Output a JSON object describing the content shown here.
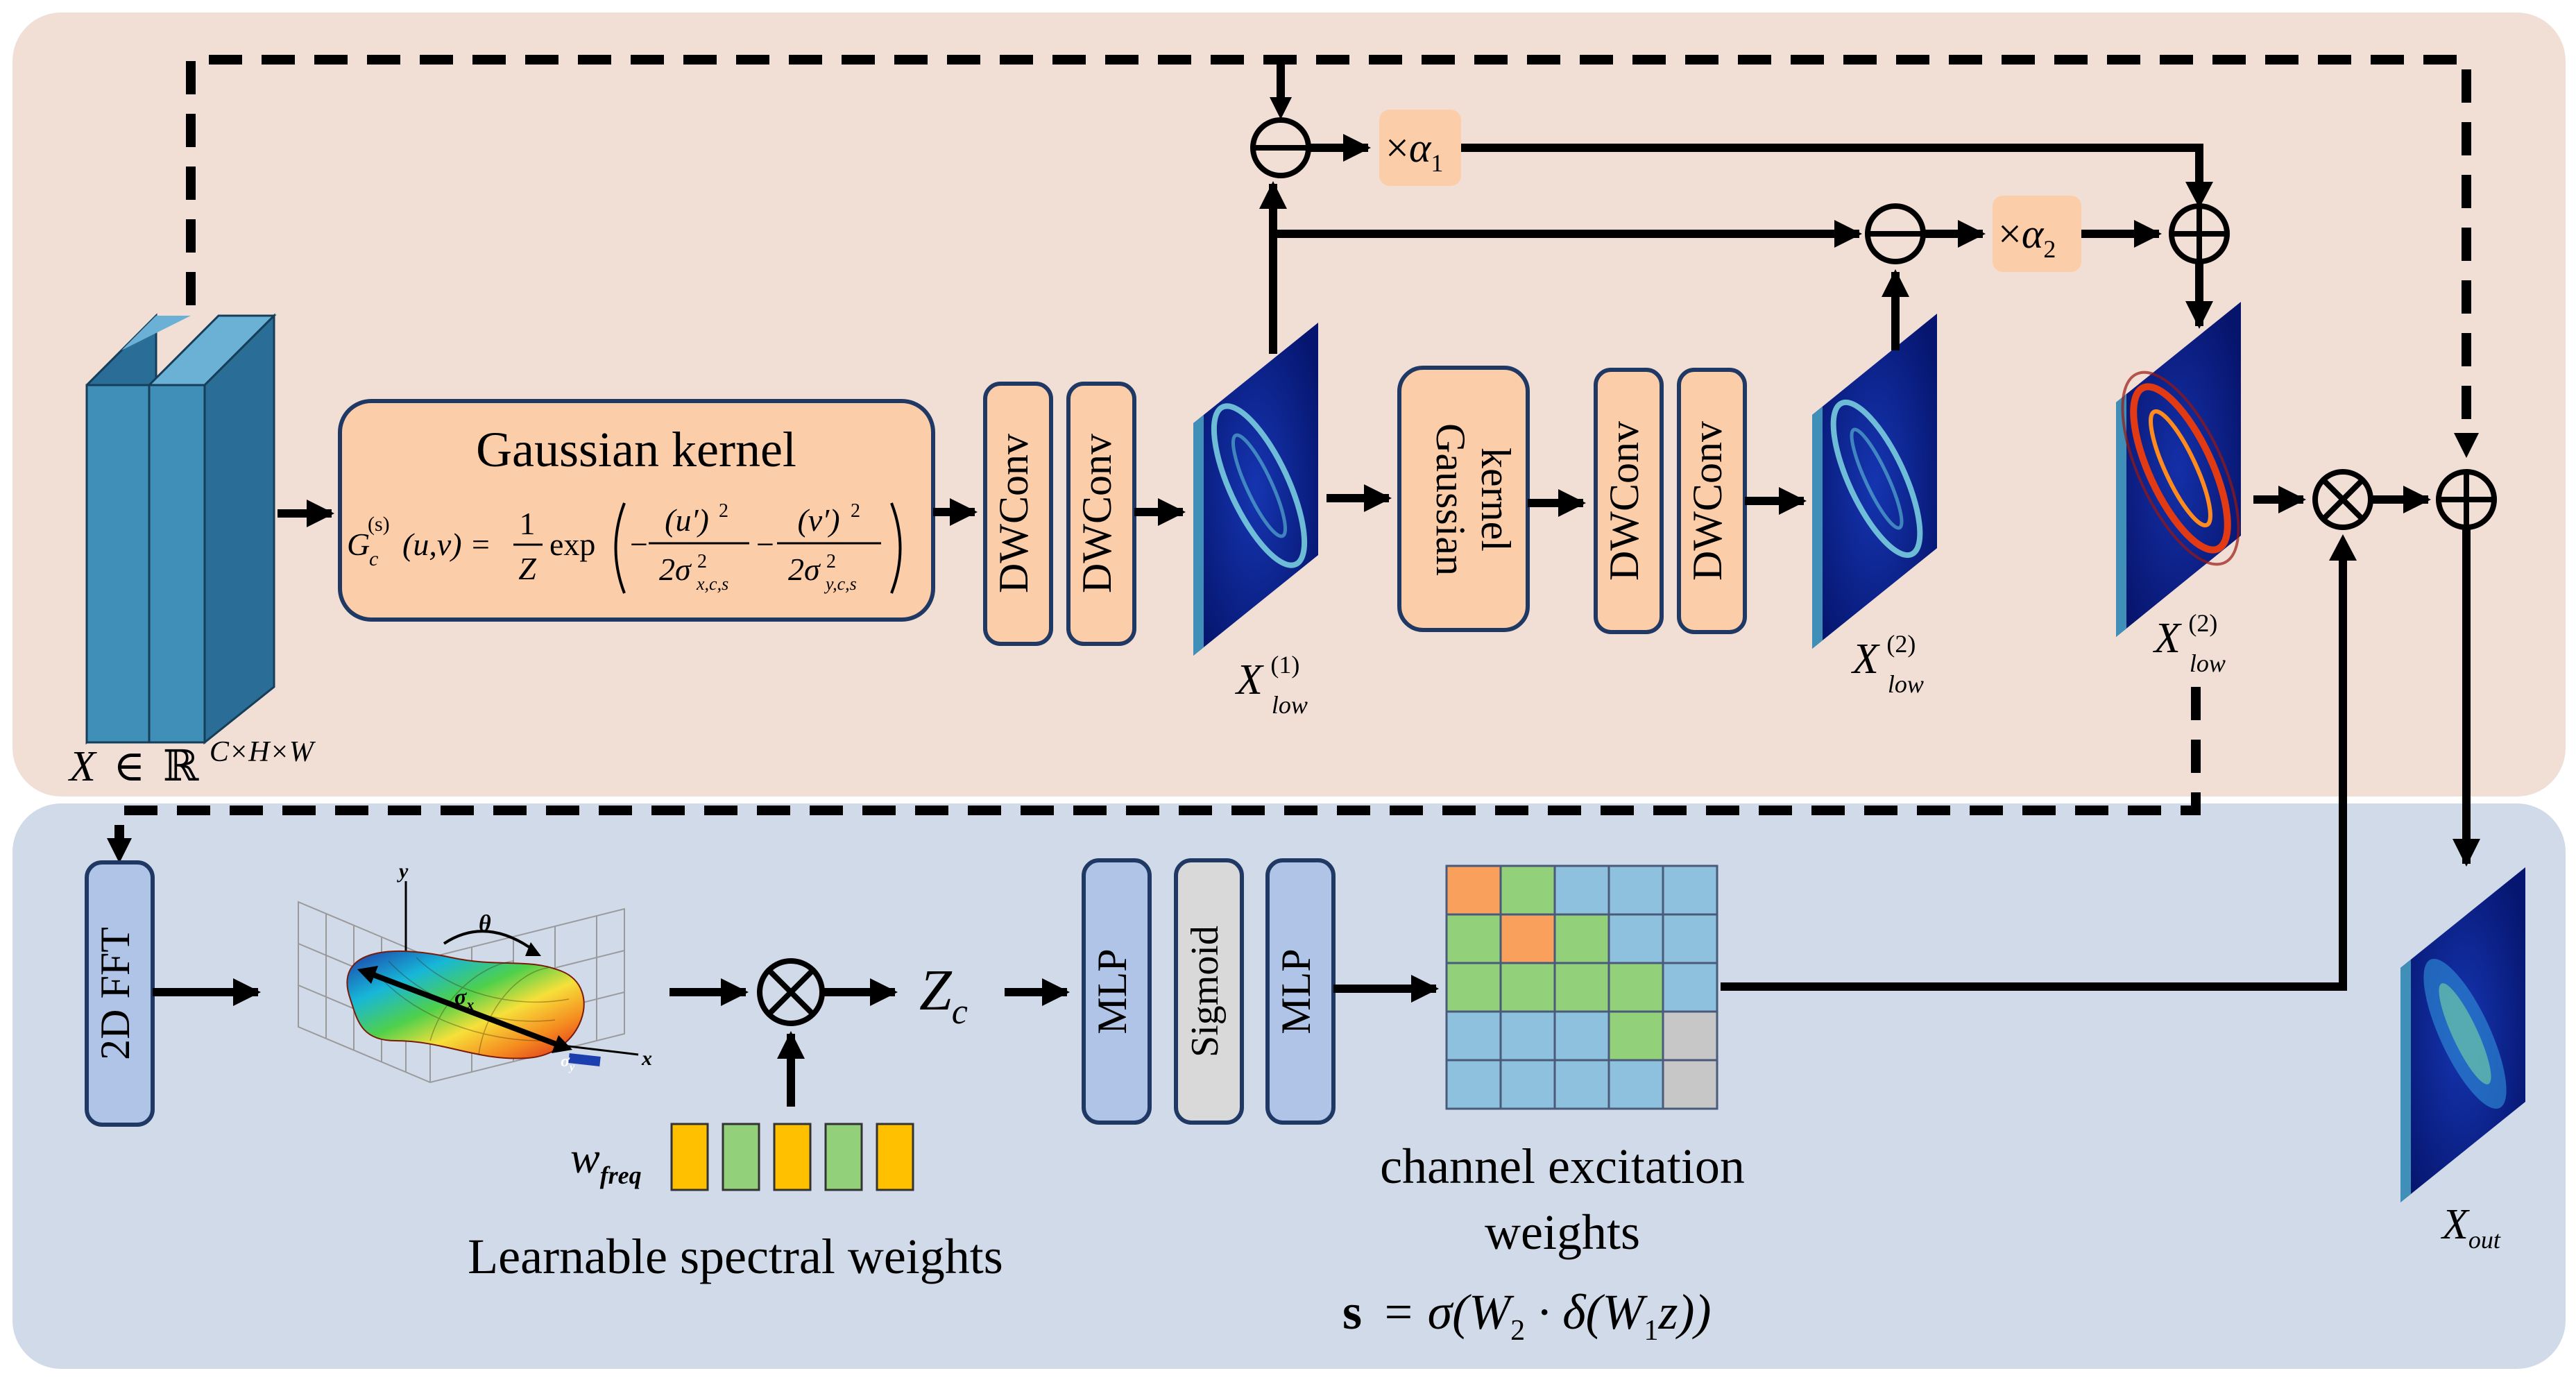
{
  "colors": {
    "top_panel_bg": "#f1dfd6",
    "bottom_panel_bg": "#d1dae8",
    "block_orange": "#fccda9",
    "block_orange_border": "#1f3864",
    "block_blue": "#b0c4e8",
    "block_gray": "#d9d9d9",
    "cube_blue": "#3f8fb9",
    "cube_blue_dark": "#2a6d96",
    "feature_map_bg": "#0b1f7a",
    "arrow": "#000000",
    "grid_orange": "#f8a05c",
    "grid_green": "#92d07a",
    "grid_blue": "#8ec1de",
    "grid_gray": "#c7c7c7",
    "weight_yellow": "#ffc000",
    "weight_green": "#92d07a"
  },
  "top": {
    "input_label_X": "X",
    "input_label_in": "∈",
    "input_label_R": "ℝ",
    "input_label_dims": "C×H×W",
    "gaussian_title": "Gaussian kernel",
    "gaussian_formula_lhs": "G",
    "gaussian_formula_sub": "c",
    "gaussian_formula_sup": "(s)",
    "gaussian_formula_args": "(u,v) =",
    "gaussian_formula_frac_num": "1",
    "gaussian_formula_frac_den": "Z",
    "gaussian_formula_exp": "exp",
    "gaussian_term1_num": "(u′)",
    "gaussian_term1_den": "2σ",
    "gaussian_term1_sub": "x,c,s",
    "gaussian_term2_num": "(v′)",
    "gaussian_term2_den": "2σ",
    "gaussian_term2_sub": "y,c,s",
    "gaussian_sq": "2",
    "gaussian_minus": "−",
    "dwconv_label": "DWConv",
    "gaussian_kernel_line1": "Gaussian",
    "gaussian_kernel_line2": "kernel",
    "xlow1_main": "X",
    "xlow1_sub": "low",
    "xlow1_sup": "(1)",
    "xlow2_main": "X",
    "xlow2_sub": "low",
    "xlow2_sup": "(2)",
    "xlow3_main": "X",
    "xlow3_sub": "low",
    "xlow3_sup": "(2)",
    "alpha1_times": "×",
    "alpha1_alpha": "α",
    "alpha1_sub": "1",
    "alpha2_times": "×",
    "alpha2_alpha": "α",
    "alpha2_sub": "2",
    "minus_op": "⊖",
    "plus_op": "⊕",
    "times_op": "⊗"
  },
  "bottom": {
    "fft_label": "2D FFT",
    "ellipsoid_axis_y": "y",
    "ellipsoid_axis_x": "x",
    "ellipsoid_theta": "θ",
    "ellipsoid_sigma_x": "σ",
    "ellipsoid_sigma_x_sub": "x",
    "ellipsoid_sigma_y": "σ",
    "ellipsoid_sigma_y_sub": "y",
    "zc_main": "Z",
    "zc_sub": "c",
    "mlp_label": "MLP",
    "sigmoid_label": "Sigmoid",
    "wfreq_main": "w",
    "wfreq_sub": "freq",
    "spectral_caption": "Learnable spectral weights",
    "channel_caption_line1": "channel excitation",
    "channel_caption_line2": "weights",
    "formula_s": "s",
    "formula_eq": "= σ(W",
    "formula_w2_sub": "2",
    "formula_mid": " · δ(W",
    "formula_w1_sub": "1",
    "formula_end": "z))",
    "xout_main": "X",
    "xout_sub": "out",
    "weight_grid": [
      [
        "orange",
        "green",
        "blue",
        "blue",
        "blue"
      ],
      [
        "green",
        "orange",
        "green",
        "blue",
        "blue"
      ],
      [
        "green",
        "green",
        "green",
        "green",
        "blue"
      ],
      [
        "blue",
        "blue",
        "blue",
        "green",
        "gray"
      ],
      [
        "blue",
        "blue",
        "blue",
        "blue",
        "gray"
      ]
    ],
    "spectral_weights": [
      "yellow",
      "green",
      "yellow",
      "green",
      "yellow"
    ]
  }
}
